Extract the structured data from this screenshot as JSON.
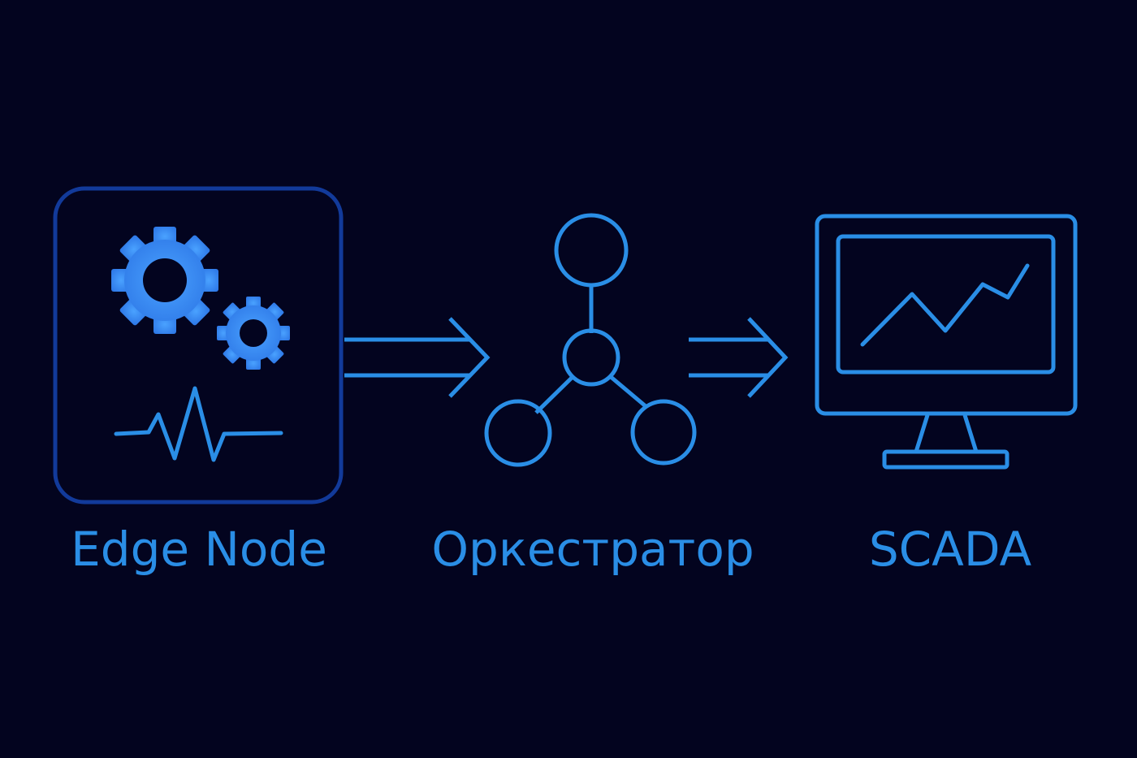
{
  "nodes": {
    "edge": {
      "label": "Edge Node",
      "icons": [
        "gears-icon",
        "pulse-icon"
      ]
    },
    "orchestrator": {
      "label": "Оркестратор",
      "icon": "network-hub-icon"
    },
    "scada": {
      "label": "SCADA",
      "icon": "monitor-chart-icon"
    }
  },
  "colors": {
    "background": "#03041f",
    "accent": "#2a8ee6",
    "edge_border": "#123a9a",
    "gear_fill": "#3a8af0"
  }
}
